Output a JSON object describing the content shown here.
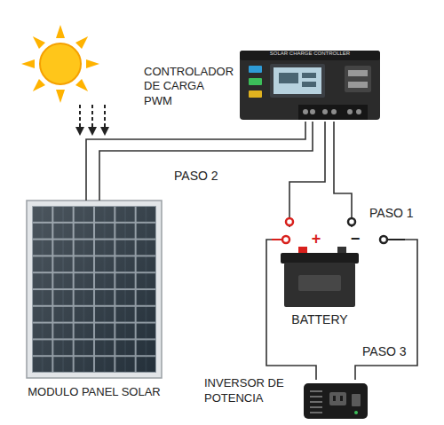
{
  "diagram": {
    "nodes": [
      {
        "text": [
          "CONTROLADOR DE CARGA PWM",
          "SOLAR CHARGE CONTROLLER"
        ]
      },
      {
        "text": [
          "MODULO PANEL SOLAR"
        ]
      },
      {
        "text": [
          "+",
          "−",
          "BATTERY"
        ]
      },
      {
        "text": [
          "INVERSOR DE POTENCIA"
        ]
      }
    ],
    "edges": [
      {
        "from": 0,
        "to": 1,
        "arrow": "none",
        "label": "PASO 2"
      },
      {
        "from": 0,
        "to": 2,
        "arrow": "none",
        "label": "PASO 1"
      },
      {
        "from": 2,
        "to": 3,
        "arrow": "none",
        "label": "PASO 3"
      }
    ]
  }
}
